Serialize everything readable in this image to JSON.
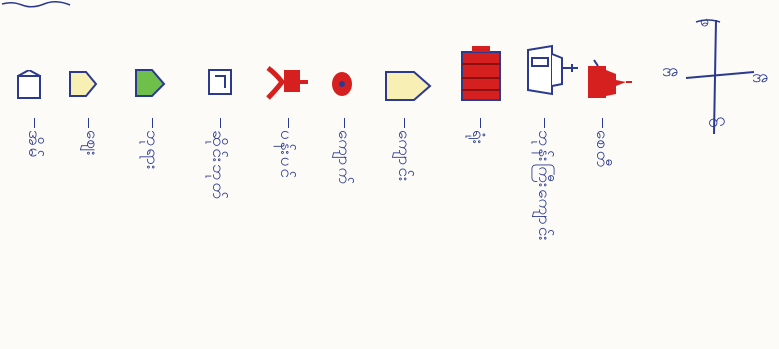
{
  "colors": {
    "ink": "#2b3a8f",
    "cream": "#f7efb3",
    "green": "#6fc04a",
    "red": "#d61f1f",
    "paper": "#fcfbf7"
  },
  "legend": {
    "items": [
      {
        "icon": "house-outline-icon",
        "label": "အိမ်"
      },
      {
        "icon": "house-yellow-icon",
        "label": "ဈေး"
      },
      {
        "icon": "house-green-icon",
        "label": "ဘုရား"
      },
      {
        "icon": "signboard-icon",
        "label": "ဆိုင်းဘုတ်"
      },
      {
        "icon": "red-tree-icon",
        "label": "ပန်းပင်"
      },
      {
        "icon": "red-dot-icon",
        "label": "ကျောက်"
      },
      {
        "icon": "large-house-icon",
        "label": "ကျောင်း"
      },
      {
        "icon": "red-building-icon",
        "label": "ရုံး"
      },
      {
        "icon": "monastery-icon",
        "label": "ဘုန်းကြီးကျောင်း"
      },
      {
        "icon": "pagoda-icon",
        "label": "စေတီ"
      }
    ]
  },
  "compass": {
    "icon": "compass-icon",
    "north": "မ",
    "south": "တ",
    "east": "အ",
    "west": "အ"
  }
}
